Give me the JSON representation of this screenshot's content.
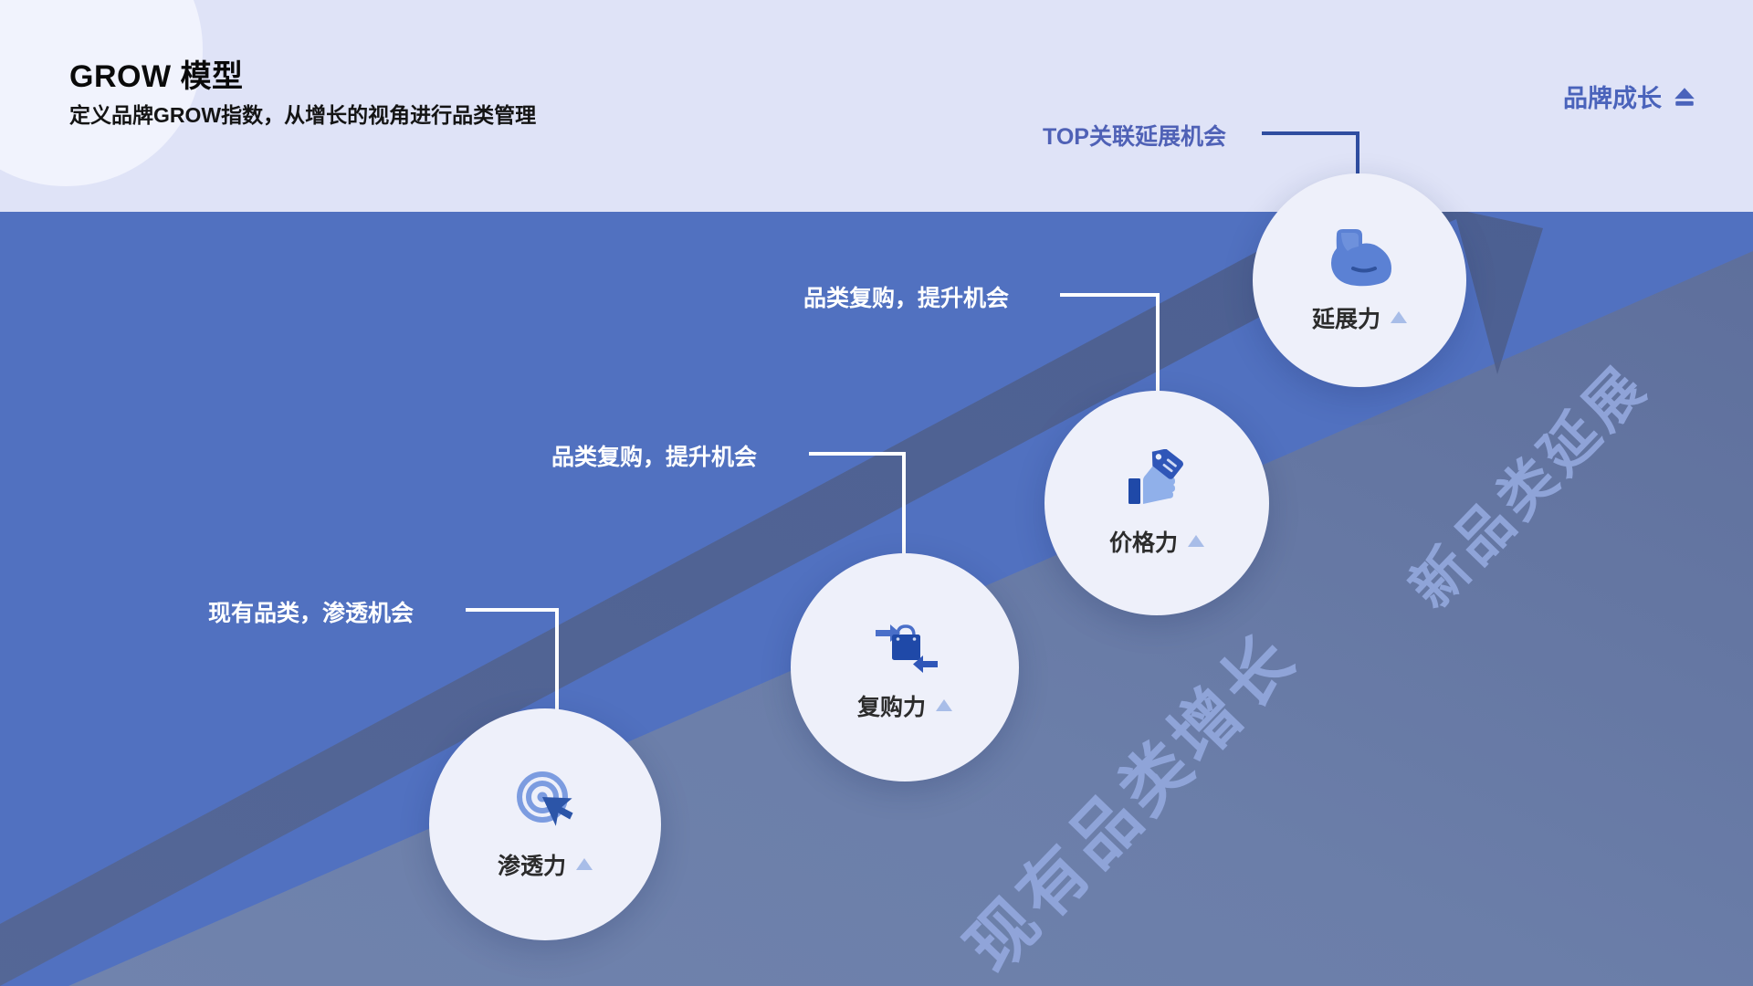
{
  "header": {
    "title": "GROW 模型",
    "subtitle": "定义品牌GROW指数，从增长的视角进行品类管理",
    "brand_growth_label": "品牌成长",
    "brand_growth_icon": "level-up-arrow-icon"
  },
  "background": {
    "page_color": "#5171c0",
    "header_color": "#dfe3f7",
    "band_color": "#6c80ae",
    "arrow_color": "#4f618f",
    "watermarks": [
      {
        "text": "现有品类增长"
      },
      {
        "text": "新品类延展"
      }
    ]
  },
  "annotations": [
    {
      "text": "现有品类，渗透机会",
      "style": "white",
      "icon": "elbow-connector-icon"
    },
    {
      "text": "品类复购，提升机会",
      "style": "white",
      "icon": "elbow-connector-icon"
    },
    {
      "text": "品类复购，提升机会",
      "style": "white",
      "icon": "elbow-connector-icon"
    },
    {
      "text": "TOP关联延展机会",
      "style": "blue",
      "icon": "elbow-connector-icon"
    }
  ],
  "nodes": [
    {
      "label": "渗透力",
      "icon": "target-cursor-icon",
      "trend": "up-triangle-icon"
    },
    {
      "label": "复购力",
      "icon": "shopping-bag-repeat-icon",
      "trend": "up-triangle-icon"
    },
    {
      "label": "价格力",
      "icon": "thumbs-up-price-tag-icon",
      "trend": "up-triangle-icon"
    },
    {
      "label": "延展力",
      "icon": "flexed-biceps-icon",
      "trend": "up-triangle-icon"
    }
  ],
  "colors": {
    "accent_blue": "#3558b0",
    "light_blue": "#6e91dc",
    "node_bg": "#eef0fa",
    "label_blue": "#4f61b6",
    "watermark": "#93a8dd"
  }
}
